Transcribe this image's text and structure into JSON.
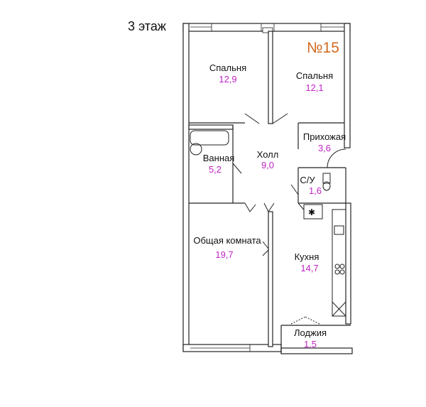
{
  "floor_label": "3 этаж",
  "apartment_number": "№15",
  "colors": {
    "area": "#c023c6",
    "apartment_number": "#d2691e",
    "wall": "#222222"
  },
  "rooms": [
    {
      "name": "Спальня",
      "area": "12,9"
    },
    {
      "name": "Спальня",
      "area": "12,1"
    },
    {
      "name": "Прихожая",
      "area": "3,6"
    },
    {
      "name": "Ванная",
      "area": "5,2"
    },
    {
      "name": "Холл",
      "area": "9,0"
    },
    {
      "name": "С/У",
      "area": "1,6"
    },
    {
      "name": "Общая комната",
      "area": "19,7"
    },
    {
      "name": "Кухня",
      "area": "14,7"
    },
    {
      "name": "Лоджия",
      "area": "1,5"
    }
  ],
  "stove_symbol": "✱"
}
